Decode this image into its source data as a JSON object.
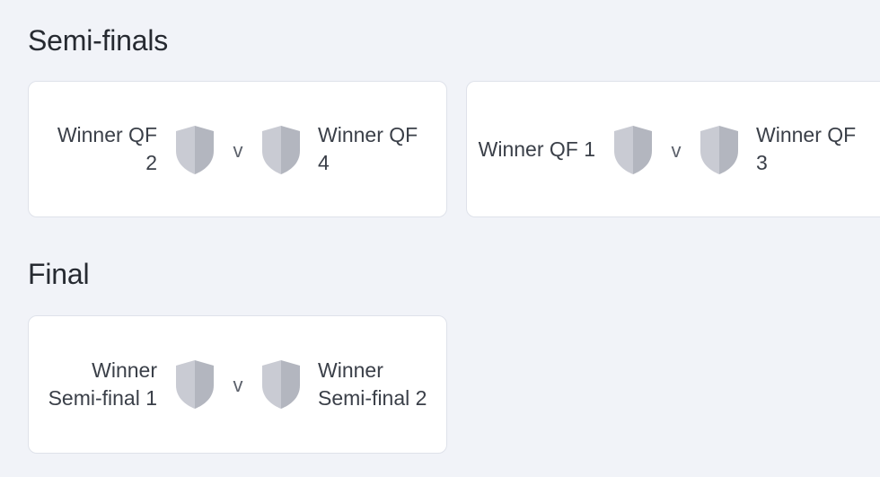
{
  "sections": {
    "semis": {
      "title": "Semi-finals"
    },
    "final": {
      "title": "Final"
    }
  },
  "matches": {
    "sf1": {
      "home": "Winner QF 2",
      "away": "Winner QF 4",
      "versus": "v"
    },
    "sf2": {
      "home": "Winner QF 1",
      "away": "Winner QF 3",
      "versus": "v"
    },
    "final": {
      "home": "Winner Semi-final 1",
      "away": "Winner Semi-final 2",
      "versus": "v"
    }
  },
  "colors": {
    "page_background": "#f1f3f8",
    "card_background": "#ffffff",
    "card_border": "#dfe2ea",
    "crest_light": "#c9cbd3",
    "crest_dark": "#b3b6bf",
    "text": "#2b2f36"
  },
  "icons": {
    "crest": "shield-icon"
  }
}
